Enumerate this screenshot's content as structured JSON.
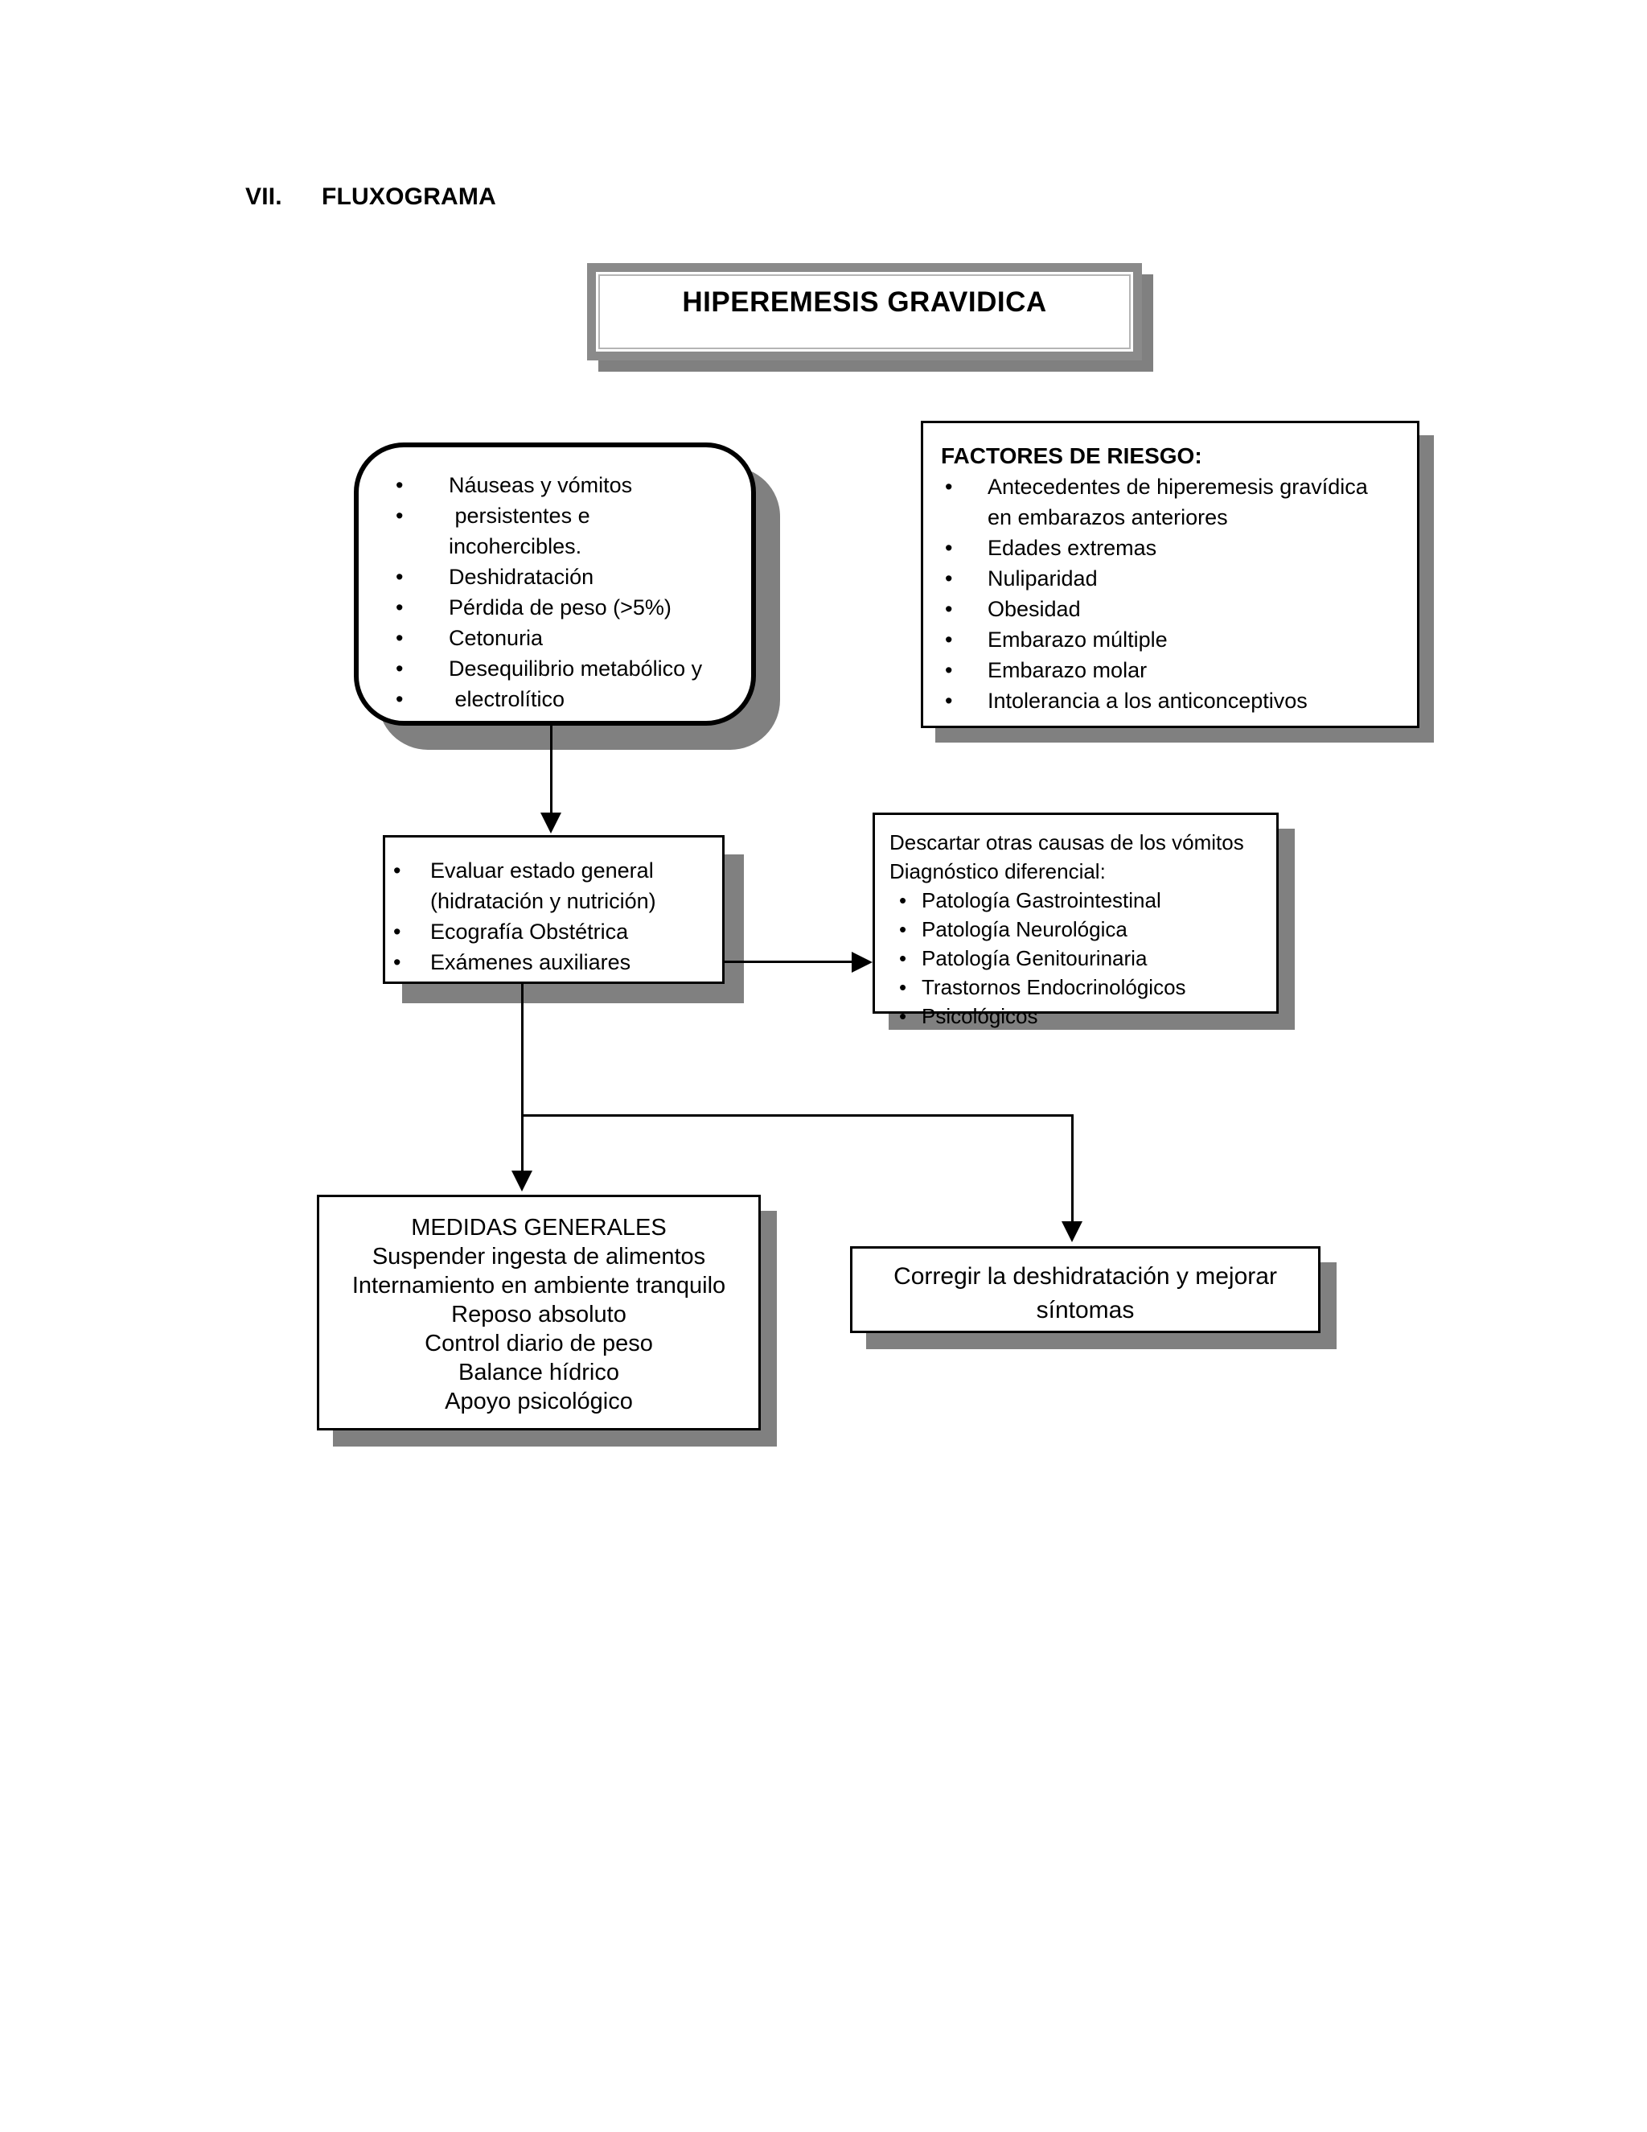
{
  "heading": {
    "number": "VII.",
    "label": "FLUXOGRAMA"
  },
  "title_box": {
    "text": "HIPEREMESIS GRAVIDICA"
  },
  "symptoms_box": {
    "items": [
      "Náuseas y vómitos",
      " persistentes e",
      "incohercibles.",
      "Deshidratación",
      "Pérdida de peso (>5%)",
      "Cetonuria",
      "Desequilibrio metabólico y",
      " electrolítico"
    ]
  },
  "risk_box": {
    "heading": "FACTORES DE RIESGO:",
    "items": [
      "Antecedentes de hiperemesis gravídica",
      "en embarazos anteriores",
      "Edades extremas",
      "Nuliparidad",
      "Obesidad",
      "Embarazo múltiple",
      "Embarazo molar",
      "Intolerancia a los anticonceptivos"
    ]
  },
  "eval_box": {
    "items": [
      "Evaluar estado general",
      "(hidratación y nutrición)",
      "Ecografía Obstétrica",
      "Exámenes auxiliares"
    ]
  },
  "ddx_box": {
    "lines": [
      "Descartar otras causas de los vómitos",
      "Diagnóstico diferencial:"
    ],
    "items": [
      "Patología Gastrointestinal",
      "Patología Neurológica",
      "Patología Genitourinaria",
      "Trastornos Endocrinológicos",
      "Psicológicos"
    ]
  },
  "medidas_box": {
    "lines": [
      "MEDIDAS GENERALES",
      "Suspender ingesta de alimentos",
      "Internamiento en ambiente tranquilo",
      "Reposo absoluto",
      "Control diario de peso",
      "Balance hídrico",
      "Apoyo psicológico"
    ]
  },
  "corregir_box": {
    "lines": [
      "Corregir la deshidratación y mejorar",
      "síntomas"
    ]
  },
  "bullet_glyph": "•",
  "colors": {
    "shadow": "#808080",
    "title_frame": "#8a8a8a",
    "border": "#000000",
    "background": "#ffffff"
  }
}
